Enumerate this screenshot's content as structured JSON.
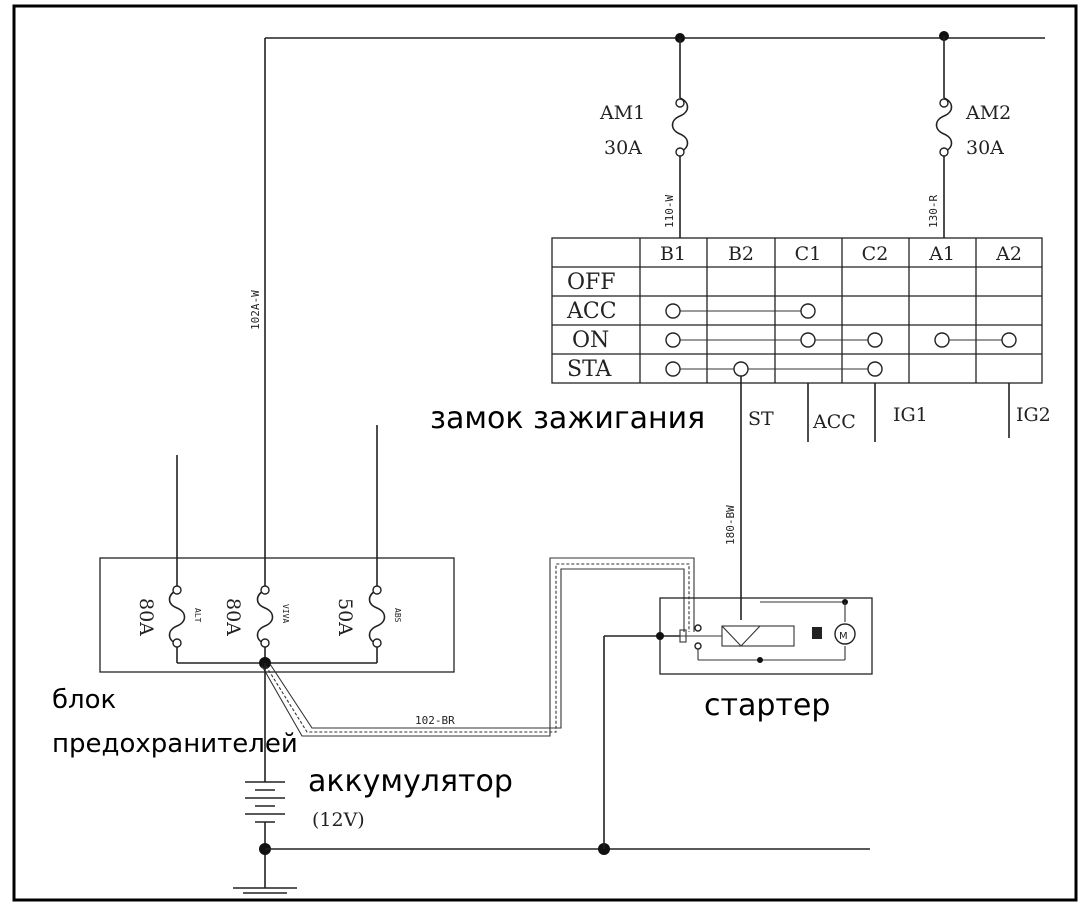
{
  "labels": {
    "ignition_switch": "замок зажигания",
    "fuse_block_line1": "блок",
    "fuse_block_line2": "предохранителей",
    "battery": "аккумулятор",
    "battery_voltage": "(12V)",
    "starter": "стартер"
  },
  "fuses_top": [
    {
      "name": "AM1",
      "rating": "30A",
      "wire": "110-W"
    },
    {
      "name": "AM2",
      "rating": "30A",
      "wire": "130-R"
    }
  ],
  "fuses_block": [
    {
      "rating": "80A",
      "name": "ALT"
    },
    {
      "rating": "80A",
      "name": "VIVA"
    },
    {
      "rating": "50A",
      "name": "ABS"
    }
  ],
  "wires": {
    "main_feed": "102A-W",
    "starter_feed": "180-BW",
    "battery_link": "102-BR"
  },
  "switch_table": {
    "columns": [
      "B1",
      "B2",
      "C1",
      "C2",
      "A1",
      "A2"
    ],
    "rows": [
      "OFF",
      "ACC",
      "ON",
      "STA"
    ]
  },
  "outputs": [
    "ST",
    "ACC",
    "IG1",
    "IG2"
  ],
  "colors": {
    "line": "#222222",
    "frame": "#000000",
    "background": "#ffffff"
  }
}
